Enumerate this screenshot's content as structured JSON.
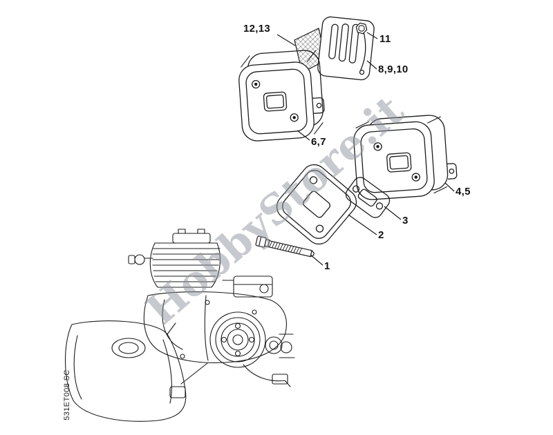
{
  "diagram": {
    "watermark": "HobbyStore.it",
    "side_code": "531ET008 SC",
    "colors": {
      "background": "#ffffff",
      "line": "#1b1b1b",
      "watermark": "#8f959c"
    },
    "callouts": [
      {
        "label": "12,13"
      },
      {
        "label": "11"
      },
      {
        "label": "8,9,10"
      },
      {
        "label": "6,7"
      },
      {
        "label": "4,5"
      },
      {
        "label": "3"
      },
      {
        "label": "2"
      },
      {
        "label": "1"
      }
    ]
  }
}
